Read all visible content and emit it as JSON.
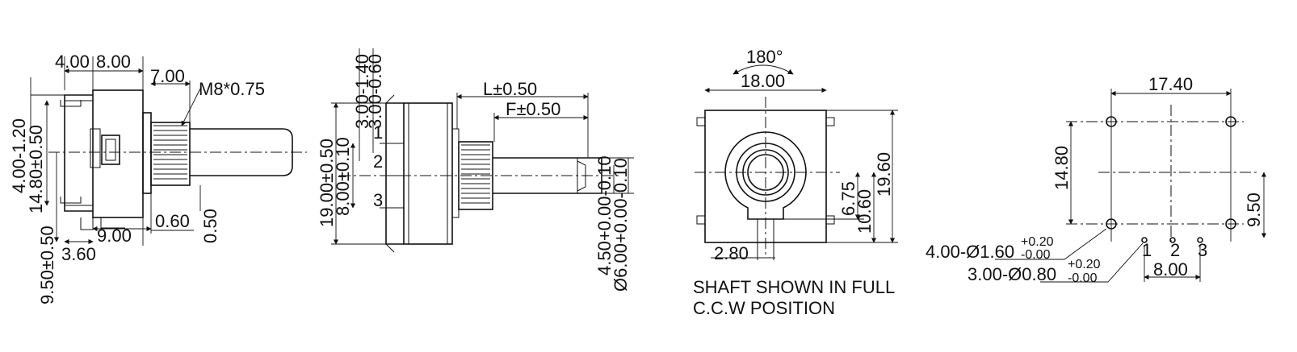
{
  "side_view": {
    "dims": {
      "a": "4.00",
      "b": "8.00",
      "c": "7.00",
      "thread": "M8*0.75",
      "d": "4.00-1.20",
      "e": "14.80±0.50",
      "f": "9.50±0.50",
      "g": "3.60",
      "h": "9.00",
      "i": "0.60",
      "j": "0.50"
    }
  },
  "front_view": {
    "dims": {
      "a": "3.00-1.40",
      "b": "3.00-0.60",
      "L": "L±0.50",
      "F": "F±0.50",
      "c": "19.00±0.50",
      "d": "8.00±0.10",
      "e": "4.50+0.00-0.10",
      "f": "Ø6.00+0.00-0.10"
    },
    "pins": [
      "1",
      "2",
      "3"
    ]
  },
  "shaft_view": {
    "dims": {
      "angle": "180°",
      "width": "18.00",
      "height": "19.60",
      "a": "6.75",
      "b": "10.60",
      "c": "2.80"
    },
    "note": [
      "SHAFT SHOWN IN FULL",
      "C.C.W POSITION"
    ]
  },
  "pcb_layout": {
    "dims": {
      "width": "17.40",
      "height": "14.80",
      "right": "9.50",
      "pitch": "8.00"
    },
    "holes_mount": {
      "main": "4.00-Ø1.60",
      "sup": "+0.20",
      "sub": "-0.00"
    },
    "holes_pin": {
      "main": "3.00-Ø0.80",
      "sup": "+0.20",
      "sub": "-0.00"
    },
    "pins": [
      "1",
      "2",
      "3"
    ]
  }
}
